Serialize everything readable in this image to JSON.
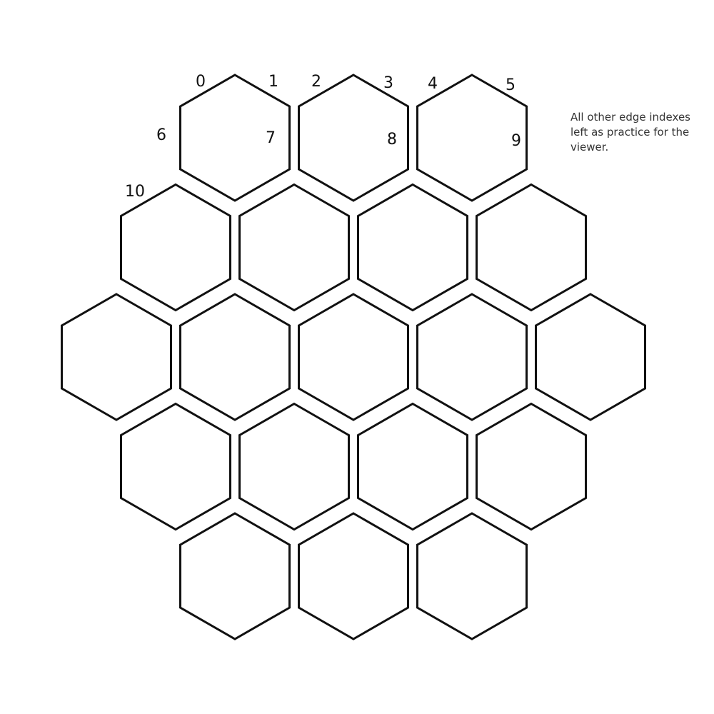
{
  "board": {
    "rows": [
      3,
      4,
      5,
      4,
      3
    ]
  },
  "edge_labels": [
    "0",
    "1",
    "2",
    "3",
    "4",
    "5",
    "6",
    "7",
    "8",
    "9",
    "10"
  ],
  "note": {
    "line1": "All other edge indexes",
    "line2": "left as practice for the",
    "line3": "viewer."
  }
}
